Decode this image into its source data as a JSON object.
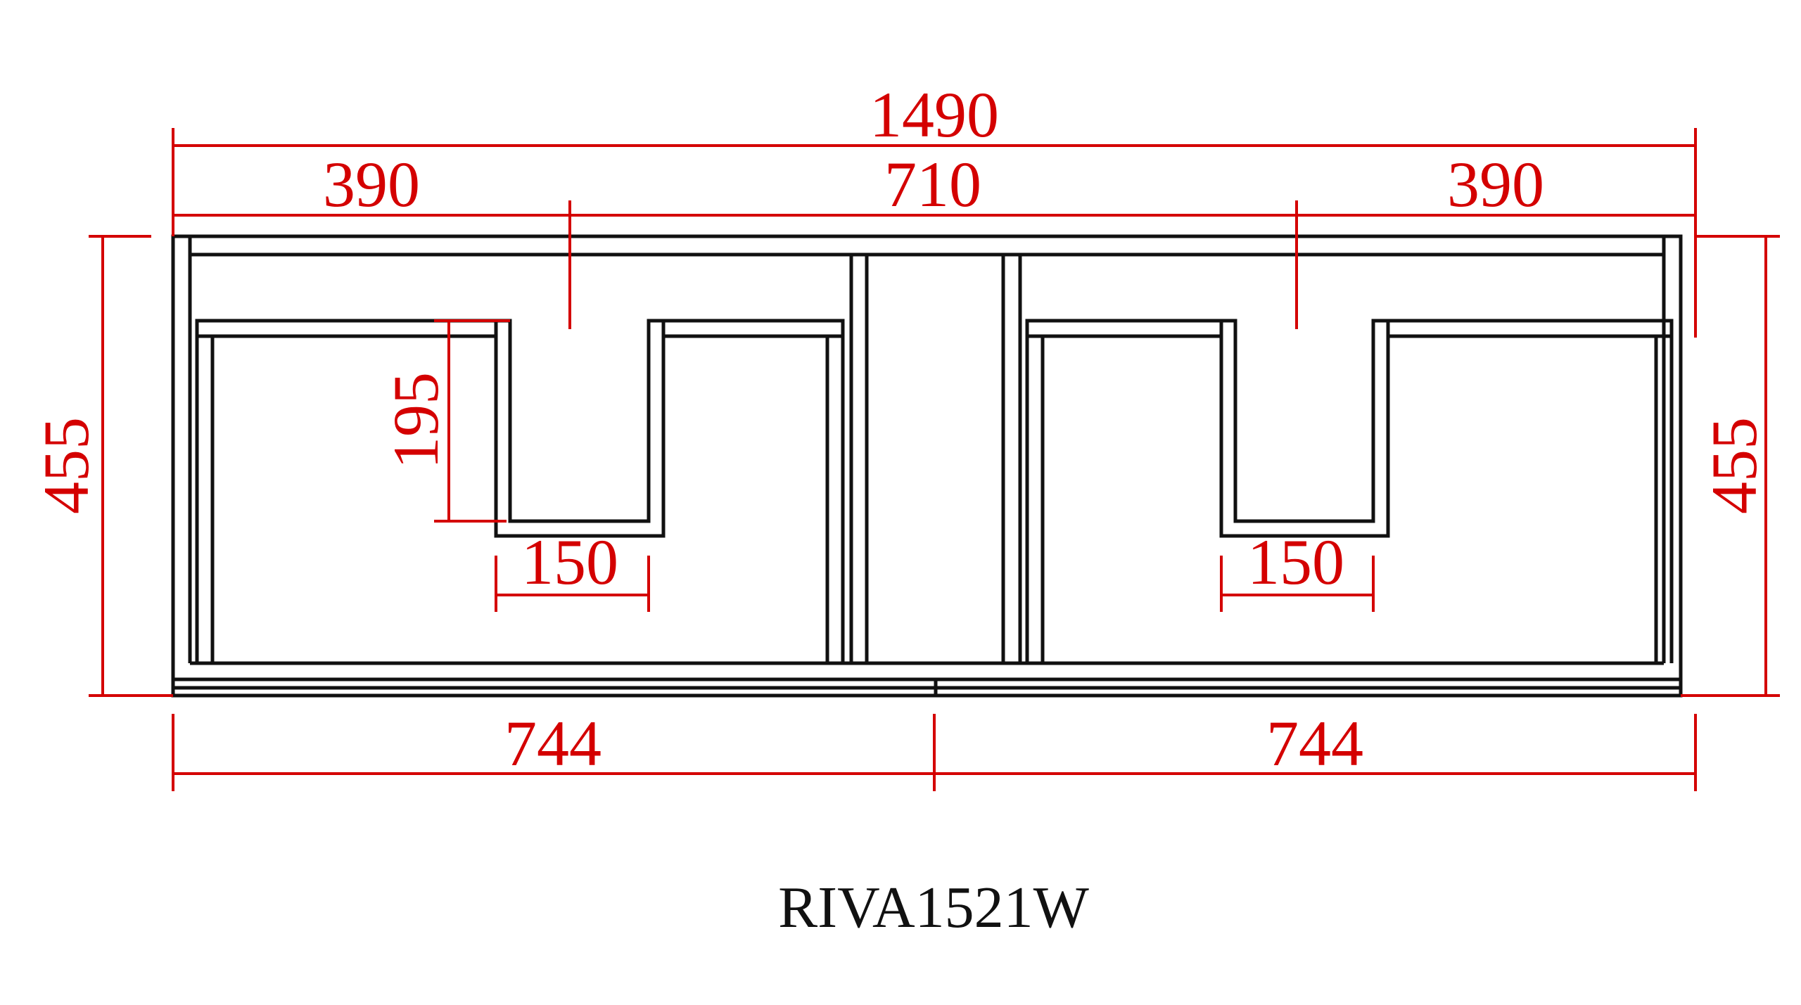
{
  "model": "RIVA1521W",
  "colors": {
    "outline": "#111111",
    "dimension": "#d40000",
    "background": "#ffffff"
  },
  "dimensions": {
    "overall_width": "1490",
    "left_offset": "390",
    "center_span": "710",
    "right_offset": "390",
    "height_left": "455",
    "height_right": "455",
    "cutout_depth": "195",
    "cutout_width_left": "150",
    "cutout_width_right": "150",
    "module_left": "744",
    "module_right": "744"
  }
}
